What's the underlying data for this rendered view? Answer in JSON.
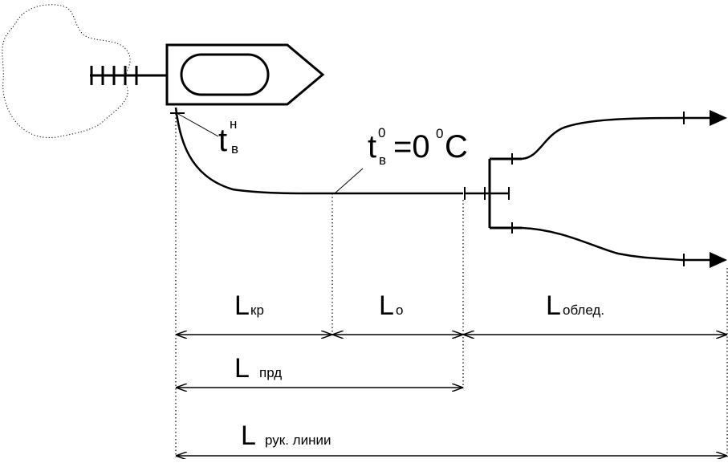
{
  "colors": {
    "line": "#000000",
    "background": "#ffffff"
  },
  "labels": {
    "t_nozzle": {
      "main": "t",
      "sup": "н",
      "sub": "в"
    },
    "t_zero": {
      "main": "t",
      "sup": "0",
      "sub": "в",
      "rest": "=0",
      "sup2": "0",
      "tail": "C"
    },
    "l_kr": {
      "main": "L",
      "sub": "кр"
    },
    "l_o": {
      "main": "L",
      "sub": "о"
    },
    "l_obled": {
      "main": "L",
      "sub": "облед."
    },
    "l_prd": {
      "main": "L",
      "sub": "прд"
    },
    "l_ruk": {
      "main": "L",
      "sub": "рук. линии"
    }
  }
}
